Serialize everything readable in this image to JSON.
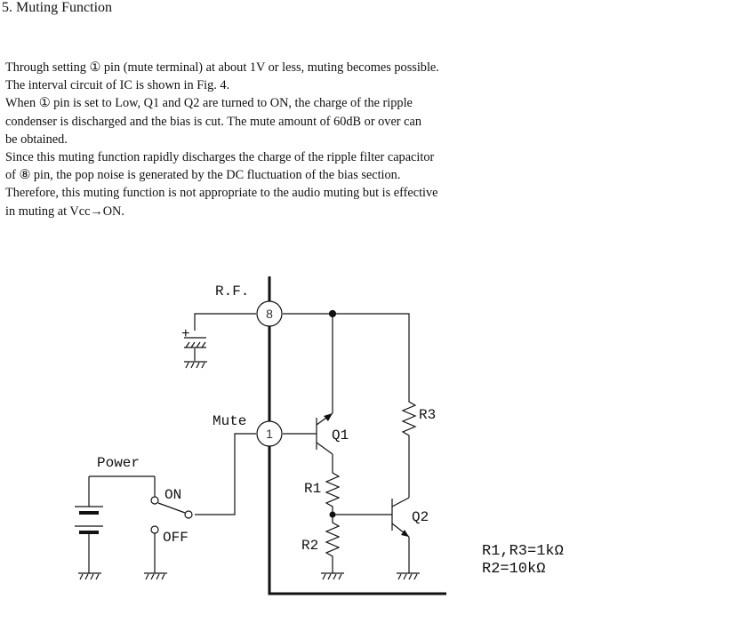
{
  "heading": "5. Muting Function",
  "paragraph": [
    "Through setting ① pin (mute terminal) at about 1V or less, muting becomes possible.",
    "The interval circuit of IC is shown in Fig. 4.",
    "When ① pin is set to Low, Q1 and Q2 are turned to ON, the charge of the ripple",
    "condenser is discharged and the bias is cut. The mute amount of 60dB or over can",
    "be obtained.",
    "Since this muting function rapidly discharges the charge of the ripple filter capacitor",
    "of ⑧ pin, the pop noise is generated by the DC fluctuation of the bias section.",
    "Therefore, this muting function is not appropriate to the audio muting but is effective",
    "in muting at Vcc→ON."
  ],
  "circuit": {
    "rf_label": "R.F.",
    "mute_label": "Mute",
    "power_label": "Power",
    "on_label": "ON",
    "off_label": "OFF",
    "pin8": "8",
    "pin1": "1",
    "q1": "Q1",
    "q2": "Q2",
    "r1": "R1",
    "r2": "R2",
    "r3": "R3",
    "plus": "+",
    "note1": "R1,R3=1kΩ",
    "note2": "R2=10kΩ"
  }
}
